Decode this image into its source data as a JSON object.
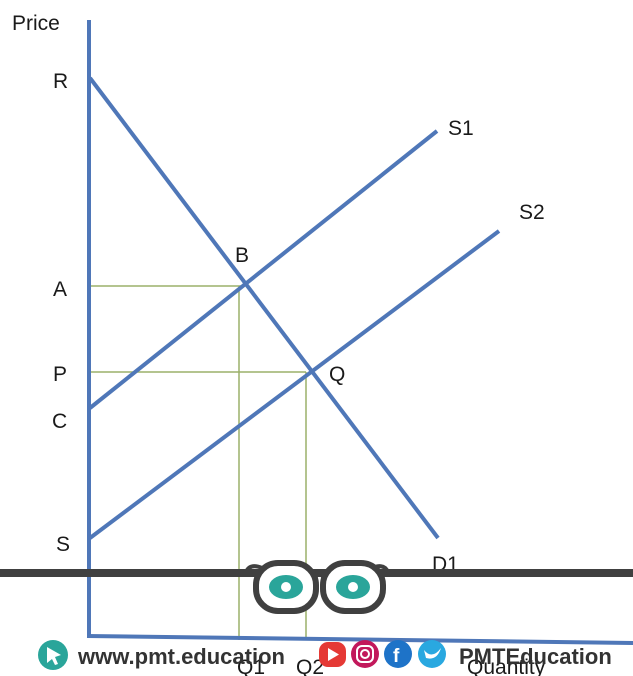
{
  "axes": {
    "y_label": "Price",
    "x_label": "Quantity"
  },
  "price_labels": {
    "r": "R",
    "a": "A",
    "p": "P",
    "c": "C",
    "s": "S"
  },
  "quantity_labels": {
    "q1": "Q1",
    "q2": "Q2"
  },
  "curve_labels": {
    "s1": "S1",
    "s2": "S2",
    "d1": "D1"
  },
  "point_labels": {
    "b": "B",
    "q": "Q"
  },
  "footer": {
    "website": "www.pmt.education",
    "brand": "PMTEducation"
  },
  "colors": {
    "curve": "#4f77b8",
    "guide": "#9bb06a",
    "band": "#404040",
    "logo_teal": "#2aa59a",
    "youtube": "#e53935",
    "instagram": "#c2185b",
    "facebook": "#1e73c8",
    "twitter": "#29a8e0"
  }
}
